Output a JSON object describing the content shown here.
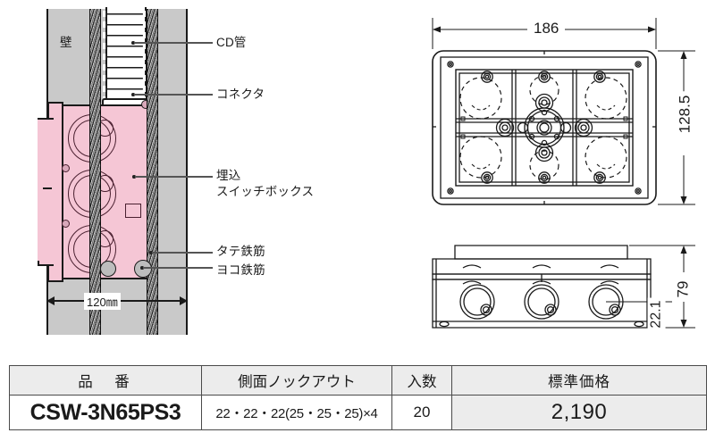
{
  "section_diagram": {
    "labels": {
      "wall": "壁",
      "cd_pipe": "CD管",
      "connector": "コネクタ",
      "switch_box_line1": "埋込",
      "switch_box_line2": "スイッチボックス",
      "vertical_rebar": "タテ鉄筋",
      "horizontal_rebar": "ヨコ鉄筋"
    },
    "dimension": "120㎜",
    "colors": {
      "concrete": "#c9c9c9",
      "box": "#f5c6d5",
      "outline": "#1a1a1a"
    }
  },
  "front_view": {
    "width_dim": "186",
    "height_dim": "128.5"
  },
  "side_view": {
    "height_dim": "79",
    "knockout_dim": "22.1"
  },
  "spec_table": {
    "headers": [
      "品　番",
      "側面ノックアウト",
      "入数",
      "標準価格"
    ],
    "rows": [
      {
        "part_number": "CSW-3N65PS3",
        "side_knockout": "22・22・22(25・25・25)×4",
        "quantity": "20",
        "price": "2,190"
      }
    ]
  }
}
